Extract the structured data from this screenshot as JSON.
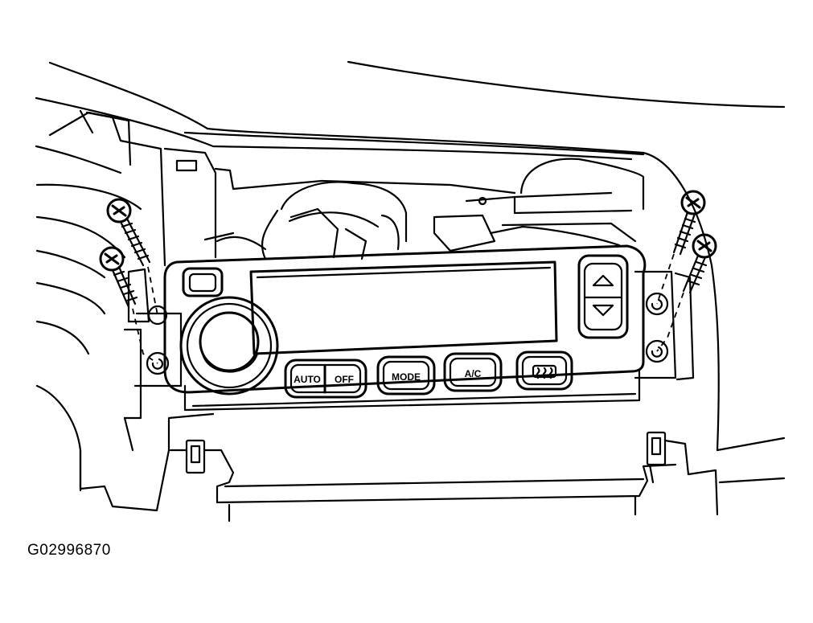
{
  "figure": {
    "id": "G02996870"
  },
  "panel": {
    "buttons": {
      "auto": "AUTO",
      "off": "OFF",
      "mode": "MODE",
      "ac": "A/C"
    }
  },
  "icons": {
    "defrost": "rear-defrost-icon",
    "arrow_up": "up-triangle-icon",
    "arrow_down": "down-triangle-icon"
  },
  "colors": {
    "line": "#000000",
    "background": "#ffffff"
  }
}
